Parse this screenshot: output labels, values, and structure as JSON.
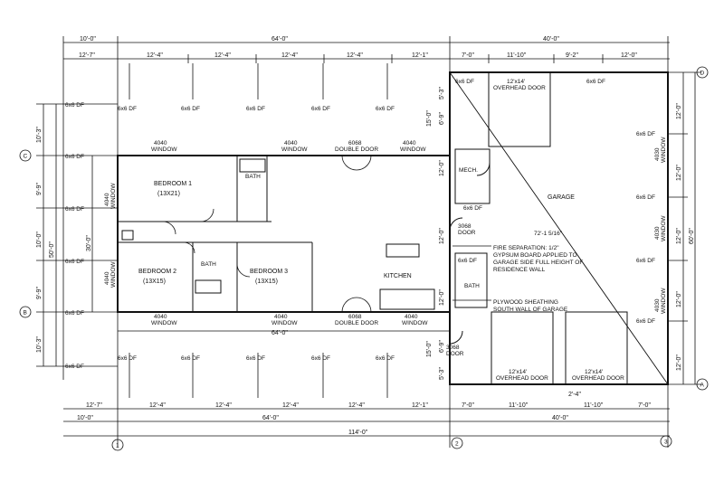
{
  "top_overall": {
    "left": "10'-0\"",
    "mid": "64'-0\"",
    "right": "40'-0\""
  },
  "top_spans": [
    "12'-7\"",
    "12'-4\"",
    "12'-4\"",
    "12'-4\"",
    "12'-4\"",
    "12'-1\"",
    "7'-0\"",
    "11'-10\"",
    "9'-2\"",
    "12'-0\""
  ],
  "bottom_spans": [
    "12'-7\"",
    "12'-4\"",
    "12'-4\"",
    "12'-4\"",
    "12'-4\"",
    "12'-1\"",
    "7'-0\"",
    "11'-10\"",
    "11'-10\"",
    "7'-0\"",
    "2'-4\""
  ],
  "bottom_overall": {
    "left": "10'-0\"",
    "mid": "64'-0\"",
    "right": "40'-0\"",
    "total": "114'-0\""
  },
  "left_dims": [
    "10'-3\"",
    "9'-9\"",
    "10'-0\"",
    "9'-9\"",
    "10'-3\"",
    "50'-0\"",
    "30'-0\""
  ],
  "post_label": "6x6 DF",
  "grid_bubbles": {
    "c": "C",
    "b": "B",
    "a": "A",
    "d": "D",
    "n1": "1",
    "n2": "2",
    "n3": "3"
  },
  "rooms": {
    "bed1": "BEDROOM 1",
    "bed1_size": "(13X21)",
    "bed2": "BEDROOM 2",
    "bed2_size": "(13X15)",
    "bed3": "BEDROOM 3",
    "bed3_size": "(13X15)",
    "bath": "BATH",
    "kitchen": "KITCHEN",
    "mech": "MECH.",
    "garage": "GARAGE"
  },
  "openings": {
    "window": "WINDOW",
    "w4040": "4040",
    "w4030": "4030",
    "door6068": "6068",
    "double_door": "DOUBLE DOOR",
    "door3068": "3068",
    "door": "DOOR",
    "overhead_size": "12'x14'",
    "overhead_door": "OVERHEAD DOOR"
  },
  "annotations": {
    "fire1": "FIRE SEPARATION: 1/2\"",
    "fire2": "GYPSUM BOARD APPLIED TO",
    "fire3": "GARAGE SIDE FULL HEIGHT OF",
    "fire4": "RESIDENCE WALL",
    "ply1": "PLYWOOD SHEATHING",
    "ply2": "SOUTH WALL OF GARAGE",
    "diag": "72'-1 5/16\""
  },
  "garage_dims": {
    "top": "12'-0\"",
    "side": "60'-0\"",
    "small1": "15'-0\"",
    "small2": "5'-3\"",
    "small3": "6'-9\"",
    "small4": "12'-0\""
  },
  "house_len": "64'-0\""
}
